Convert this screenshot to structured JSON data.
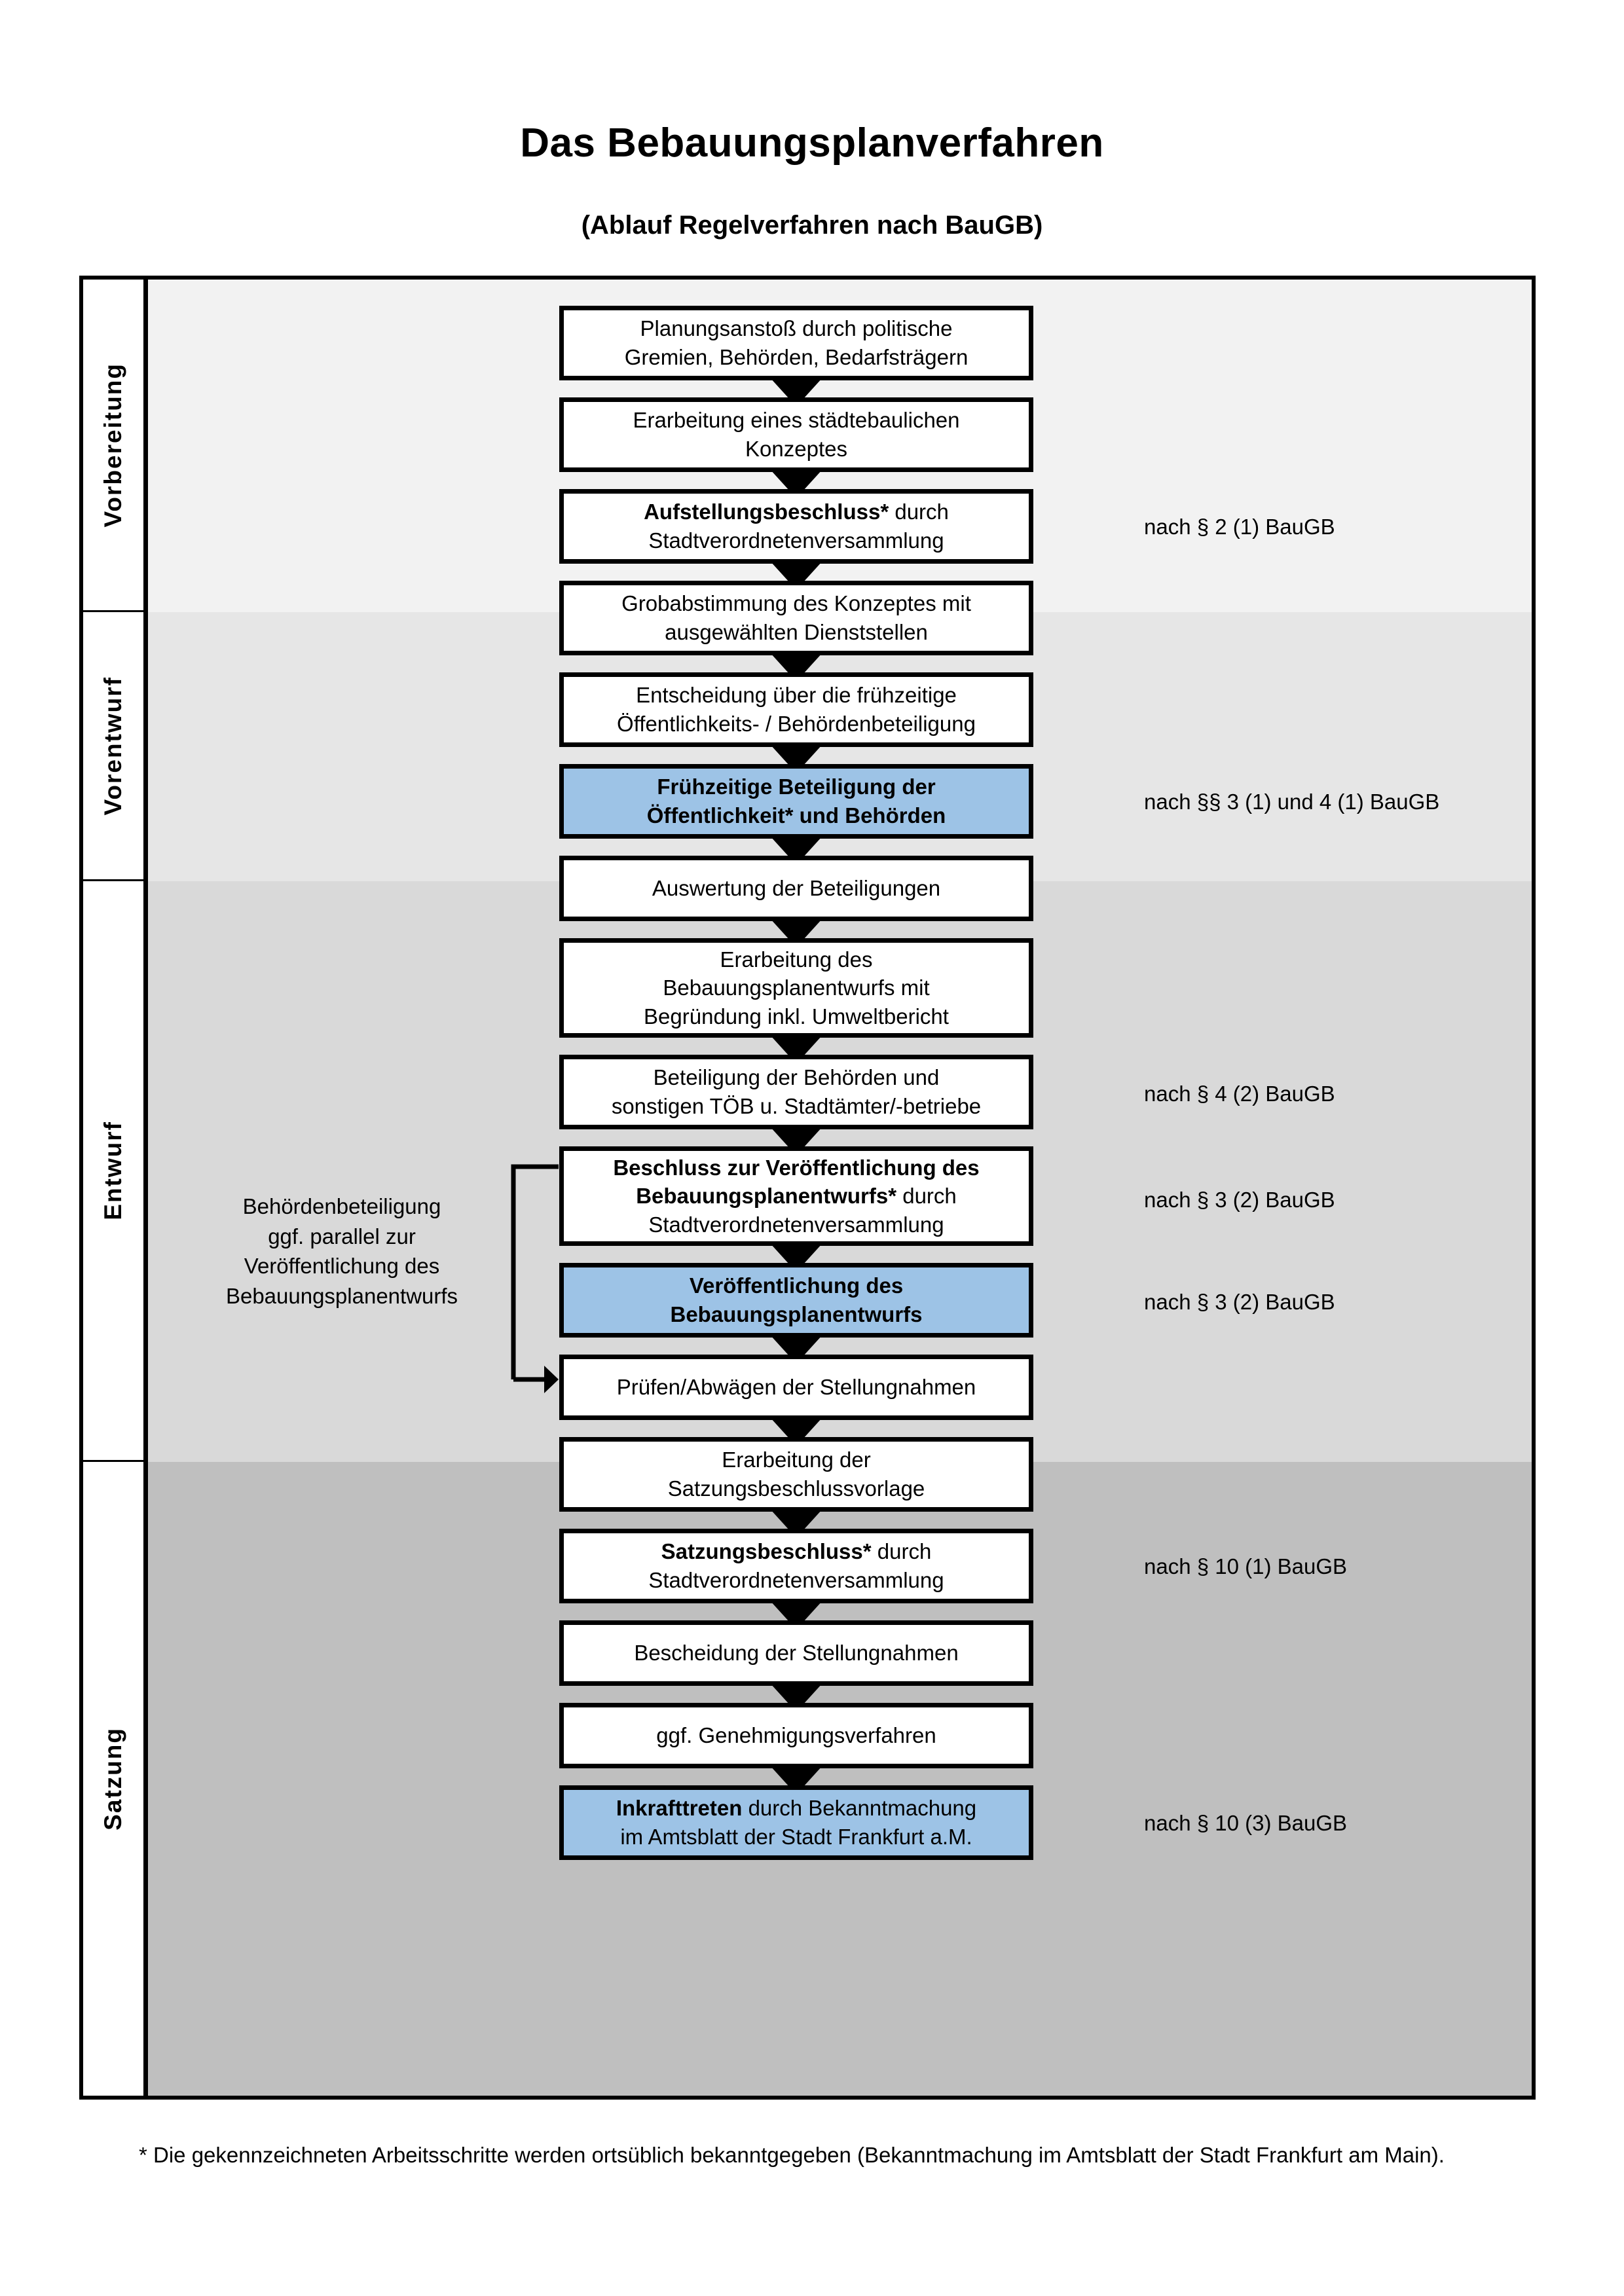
{
  "title": "Das Bebauungsplanverfahren",
  "subtitle": "(Ablauf Regelverfahren nach BauGB)",
  "phases": [
    {
      "label": "Vorbereitung",
      "color": "#f2f2f2"
    },
    {
      "label": "Vorentwurf",
      "color": "#e6e6e6"
    },
    {
      "label": "Entwurf",
      "color": "#d9d9d9"
    },
    {
      "label": "Satzung",
      "color": "#bfbfbf"
    }
  ],
  "steps": [
    {
      "id": "planungsanstoss",
      "text": "Planungsanstoß durch politische Gremien, Behörden, Bedarfsträgern",
      "bold": "",
      "highlight": false
    },
    {
      "id": "konzept",
      "text": "Erarbeitung eines städtebaulichen Konzeptes",
      "bold": "",
      "highlight": false
    },
    {
      "id": "aufstellungsbeschluss",
      "text": "Aufstellungsbeschluss* durch Stadtverordnetenversammlung",
      "bold": "Aufstellungsbeschluss*",
      "highlight": false
    },
    {
      "id": "grobabstimmung",
      "text": "Grobabstimmung des Konzeptes mit ausgewählten Dienststellen",
      "bold": "",
      "highlight": false
    },
    {
      "id": "entscheidung",
      "text": "Entscheidung über die frühzeitige Öffentlichkeits- / Behördenbeteiligung",
      "bold": "",
      "highlight": false
    },
    {
      "id": "fruehzeitige-beteiligung",
      "text": "Frühzeitige Beteiligung der Öffentlichkeit* und Behörden",
      "bold": "Frühzeitige Beteiligung der Öffentlichkeit* und Behörden",
      "highlight": true
    },
    {
      "id": "auswertung",
      "text": "Auswertung der Beteiligungen",
      "bold": "",
      "highlight": false
    },
    {
      "id": "erarbeitung-entwurf",
      "text": "Erarbeitung des Bebauungsplanentwurfs mit Begründung inkl. Umweltbericht",
      "bold": "",
      "highlight": false
    },
    {
      "id": "behoerdenbeteiligung",
      "text": "Beteiligung der Behörden und sonstigen TÖB u. Stadtämter/-betriebe",
      "bold": "",
      "highlight": false
    },
    {
      "id": "beschluss-veroeffentlichung",
      "text": "Beschluss zur Veröffentlichung des Bebauungsplanentwurfs* durch Stadtverordnetenversammlung",
      "bold": "Beschluss zur Veröffentlichung des Bebauungsplanentwurfs*",
      "highlight": false
    },
    {
      "id": "veroeffentlichung",
      "text": "Veröffentlichung des Bebauungsplanentwurfs",
      "bold": "Veröffentlichung des Bebauungsplanentwurfs",
      "highlight": true
    },
    {
      "id": "pruefen-abwaegen",
      "text": "Prüfen/Abwägen der Stellungnahmen",
      "bold": "",
      "highlight": false
    },
    {
      "id": "satzungsvorlage",
      "text": "Erarbeitung der Satzungsbeschlussvorlage",
      "bold": "",
      "highlight": false
    },
    {
      "id": "satzungsbeschluss",
      "text": "Satzungsbeschluss* durch Stadtverordnetenversammlung",
      "bold": "Satzungsbeschluss*",
      "highlight": false
    },
    {
      "id": "bescheidung",
      "text": "Bescheidung der Stellungnahmen",
      "bold": "",
      "highlight": false
    },
    {
      "id": "genehmigungsverfahren",
      "text": "ggf. Genehmigungsverfahren",
      "bold": "",
      "highlight": false
    },
    {
      "id": "inkrafttreten",
      "text": "Inkrafttreten durch Bekanntmachung im Amtsblatt der Stadt Frankfurt a.M.",
      "bold": "Inkrafttreten",
      "highlight": true
    }
  ],
  "step_lines": {
    "planungsanstoss": [
      "Planungsanstoß durch politische",
      "Gremien, Behörden, Bedarfsträgern"
    ],
    "konzept": [
      "Erarbeitung eines städtebaulichen",
      "Konzeptes"
    ],
    "aufstellungsbeschluss_b": "Aufstellungsbeschluss*",
    "aufstellungsbeschluss_r": " durch",
    "aufstellungsbeschluss_2": "Stadtverordnetenversammlung",
    "grobabstimmung": [
      "Grobabstimmung des Konzeptes mit",
      "ausgewählten Dienststellen"
    ],
    "entscheidung": [
      "Entscheidung über die frühzeitige",
      "Öffentlichkeits- / Behördenbeteiligung"
    ],
    "fruehzeitige": [
      "Frühzeitige Beteiligung der",
      "Öffentlichkeit* und Behörden"
    ],
    "auswertung": [
      "Auswertung der Beteiligungen"
    ],
    "erarbeitung_entwurf": [
      "Erarbeitung des",
      "Bebauungsplanentwurfs mit",
      "Begründung inkl. Umweltbericht"
    ],
    "behoerdenbeteiligung": [
      "Beteiligung der Behörden und",
      "sonstigen TÖB u. Stadtämter/-betriebe"
    ],
    "beschluss_b1": "Beschluss zur Veröffentlichung des",
    "beschluss_b2": "Bebauungsplanentwurfs*",
    "beschluss_r2": " durch",
    "beschluss_3": "Stadtverordnetenversammlung",
    "veroeffentlichung": [
      "Veröffentlichung des",
      "Bebauungsplanentwurfs"
    ],
    "pruefen": [
      "Prüfen/Abwägen der Stellungnahmen"
    ],
    "satzungsvorlage": [
      "Erarbeitung der",
      "Satzungsbeschlussvorlage"
    ],
    "satzungsbeschluss_b": "Satzungsbeschluss*",
    "satzungsbeschluss_r": " durch",
    "satzungsbeschluss_2": "Stadtverordnetenversammlung",
    "bescheidung": [
      "Bescheidung der Stellungnahmen"
    ],
    "genehmigung": [
      "ggf. Genehmigungsverfahren"
    ],
    "inkrafttreten_b": "Inkrafttreten",
    "inkrafttreten_r": " durch Bekanntmachung",
    "inkrafttreten_2": "im Amtsblatt der Stadt Frankfurt a.M."
  },
  "law_notes": [
    {
      "id": "note-par2",
      "text": "nach § 2 (1) BauGB"
    },
    {
      "id": "note-par3-4-1",
      "text": "nach §§ 3 (1) und 4 (1) BauGB"
    },
    {
      "id": "note-par4-2",
      "text": "nach § 4 (2) BauGB"
    },
    {
      "id": "note-par3-2-a",
      "text": "nach § 3 (2) BauGB"
    },
    {
      "id": "note-par3-2-b",
      "text": "nach § 3 (2) BauGB"
    },
    {
      "id": "note-par10-1",
      "text": "nach § 10 (1) BauGB"
    },
    {
      "id": "note-par10-3",
      "text": "nach § 10 (3) BauGB"
    }
  ],
  "side_note": [
    "Behördenbeteiligung",
    "ggf. parallel zur",
    "Veröffentlichung des",
    "Bebauungsplanentwurfs"
  ],
  "footnote": "* Die gekennzeichneten Arbeitsschritte werden ortsüblich bekanntgegeben (Bekanntmachung im Amtsblatt  der Stadt Frankfurt am Main).",
  "colors": {
    "highlight_blue": "#9dc3e6",
    "band_1": "#f2f2f2",
    "band_2": "#e6e6e6",
    "band_3": "#d9d9d9",
    "band_4": "#bfbfbf",
    "outline": "#000000"
  }
}
